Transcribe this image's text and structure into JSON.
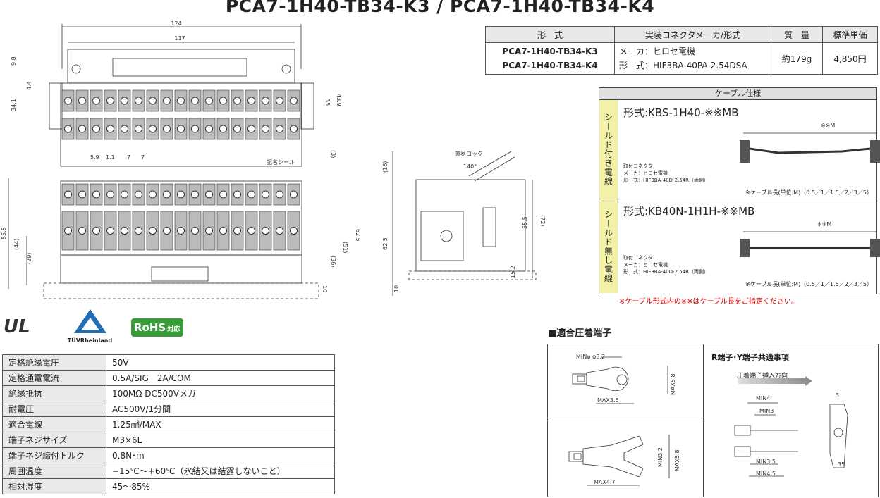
{
  "title": "PCA7-1H40-TB34-K3  /  PCA7-1H40-TB34-K4",
  "product_table": {
    "headers": [
      "形　式",
      "実装コネクタメーカ/形式",
      "質　量",
      "標準単価"
    ],
    "models": [
      "PCA7-1H40-TB34-K3",
      "PCA7-1H40-TB34-K4"
    ],
    "maker": "メーカ：ヒロセ電機",
    "connector": "形　式：HIF3BA-40PA-2.54DSA",
    "mass": "約179g",
    "price": "4,850円"
  },
  "cable": {
    "header": "ケーブル仕様",
    "shielded": {
      "side": "シールド付き電線",
      "model": "形式:KBS-1H40-※※MB",
      "length_label": "※※M",
      "conn_title": "取付コネクタ",
      "conn_maker": "メーカ：ヒロセ電機",
      "conn_type": "形　式：HIF3BA-40D-2.54R（両側）",
      "length_note": "※ケーブル長(単位:M)（0.5／1／1.5／2／3／5）"
    },
    "unshielded": {
      "side": "シールド無し電線",
      "model": "形式:KB40N-1H1H-※※MB",
      "length_label": "※※M",
      "conn_title": "取付コネクタ",
      "conn_maker": "メーカ：ヒロセ電機",
      "conn_type": "形　式：HIF3BA-40D-2.54R（両側）",
      "length_note": "※ケーブル長(単位:M)（0.5／1／1.5／2／3／5）"
    },
    "note": "※ケーブル形式内の※※はケーブル長をご指定ください。"
  },
  "terminal": {
    "heading": "■適合圧着端子",
    "ring": {
      "min_phi": "MINφ φ3.2",
      "max_w": "MAX3.5",
      "max_h": "MAX5.8"
    },
    "fork": {
      "min": "MIN3.2",
      "max_w": "MAX4.7",
      "max_h": "MAX5.8"
    },
    "common_title": "R端子･Y端子共通事項",
    "direction": "圧着端子挿入方向",
    "dims": [
      "MIN4",
      "MIN3",
      "MIN3.5",
      "MIN4.5",
      "3",
      "35"
    ]
  },
  "logos": {
    "ul": "UL",
    "tuv": "TÜVRheinland",
    "rohs": "RoHS",
    "rohs_sub": "対応"
  },
  "specs": [
    {
      "k": "定格絶縁電圧",
      "v": "50V"
    },
    {
      "k": "定格通電電流",
      "v": "0.5A/SIG　2A/COM"
    },
    {
      "k": "絶縁抵抗",
      "v": "100MΩ DC500Vメガ"
    },
    {
      "k": "耐電圧",
      "v": "AC500V/1分間"
    },
    {
      "k": "適合電線",
      "v": "1.25㎟/MAX"
    },
    {
      "k": "端子ネジサイズ",
      "v": "M3×6L"
    },
    {
      "k": "端子ネジ締付トルク",
      "v": "0.8N･m"
    },
    {
      "k": "周囲温度",
      "v": "−15℃〜+60℃（氷結又は結露しないこと）"
    },
    {
      "k": "相対湿度",
      "v": "45〜85%"
    }
  ],
  "drawing": {
    "top_dims": [
      "124",
      "117",
      "9.8",
      "4.4",
      "34.1",
      "35",
      "43.9",
      "5.9",
      "1.1",
      "7",
      "7",
      "(3)"
    ],
    "label_sticker": "記名シール",
    "front_dims": [
      "55.5",
      "(44)",
      "(29)",
      "(36)",
      "(51)",
      "62.5",
      "10"
    ],
    "side_dims": [
      "(16)",
      "62.5",
      "55.5",
      "(72)",
      "15.2",
      "10",
      "140°"
    ],
    "lock_label": "簡易ロック"
  }
}
